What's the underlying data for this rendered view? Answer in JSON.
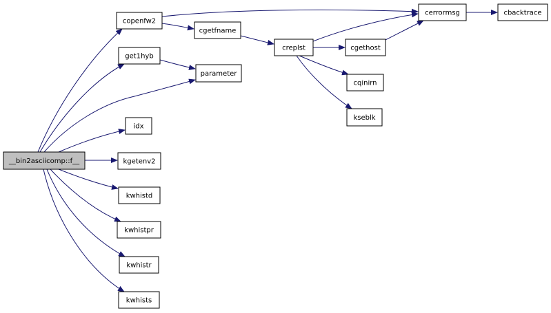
{
  "colors": {
    "edge": "#191970",
    "node_border": "#000000",
    "node_fill": "#ffffff",
    "root_fill": "#bfbfbf"
  },
  "nodes": [
    {
      "id": "root",
      "label": "__bin2asciicomp::f__",
      "root": true
    },
    {
      "id": "copenfw2",
      "label": "copenfw2"
    },
    {
      "id": "get1hyb",
      "label": "get1hyb"
    },
    {
      "id": "idx",
      "label": "idx"
    },
    {
      "id": "kgetenv2",
      "label": "kgetenv2"
    },
    {
      "id": "kwhistd",
      "label": "kwhistd"
    },
    {
      "id": "kwhistpr",
      "label": "kwhistpr"
    },
    {
      "id": "kwhistr",
      "label": "kwhistr"
    },
    {
      "id": "kwhists",
      "label": "kwhists"
    },
    {
      "id": "cgetfname",
      "label": "cgetfname"
    },
    {
      "id": "parameter",
      "label": "parameter"
    },
    {
      "id": "creplst",
      "label": "creplst"
    },
    {
      "id": "cerrormsg",
      "label": "cerrormsg"
    },
    {
      "id": "cbacktrace",
      "label": "cbacktrace"
    },
    {
      "id": "cgethost",
      "label": "cgethost"
    },
    {
      "id": "cqinirn",
      "label": "cqinirn"
    },
    {
      "id": "kseblk",
      "label": "kseblk"
    }
  ],
  "edges": [
    {
      "from": "root",
      "to": "copenfw2"
    },
    {
      "from": "root",
      "to": "get1hyb"
    },
    {
      "from": "root",
      "to": "parameter"
    },
    {
      "from": "root",
      "to": "idx"
    },
    {
      "from": "root",
      "to": "kgetenv2"
    },
    {
      "from": "root",
      "to": "kwhistd"
    },
    {
      "from": "root",
      "to": "kwhistpr"
    },
    {
      "from": "root",
      "to": "kwhistr"
    },
    {
      "from": "root",
      "to": "kwhists"
    },
    {
      "from": "copenfw2",
      "to": "cerrormsg"
    },
    {
      "from": "copenfw2",
      "to": "cgetfname"
    },
    {
      "from": "get1hyb",
      "to": "parameter"
    },
    {
      "from": "cgetfname",
      "to": "creplst"
    },
    {
      "from": "creplst",
      "to": "cerrormsg"
    },
    {
      "from": "creplst",
      "to": "cgethost"
    },
    {
      "from": "creplst",
      "to": "cqinirn"
    },
    {
      "from": "creplst",
      "to": "kseblk"
    },
    {
      "from": "cgethost",
      "to": "cerrormsg"
    },
    {
      "from": "cerrormsg",
      "to": "cbacktrace"
    }
  ]
}
